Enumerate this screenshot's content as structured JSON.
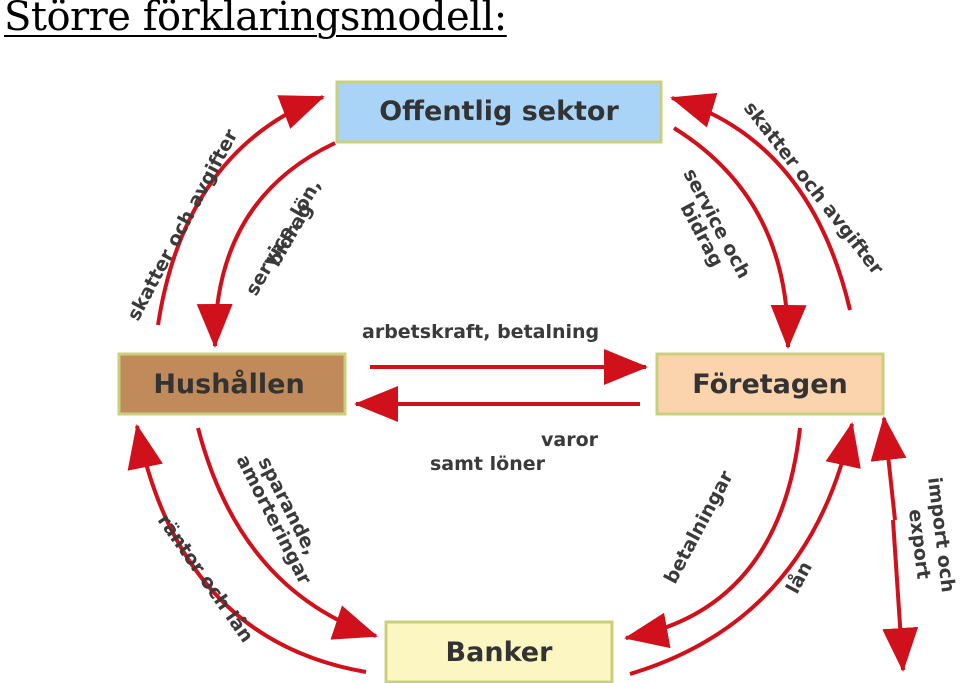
{
  "title": "Större förklaringsmodell:",
  "colors": {
    "arrow": "#d0101a",
    "offentlig_fill": "#a9d4f7",
    "hushallen_fill": "#c08a5a",
    "foretagen_fill": "#fbd3ac",
    "banker_fill": "#fbf6c2",
    "box_border": "#c9d07a",
    "label_text": "#3a3a3a"
  },
  "nodes": {
    "offentlig": "Offentlig sektor",
    "hushallen": "Hushållen",
    "foretagen": "Företagen",
    "banker": "Banker"
  },
  "flows": {
    "skatter_left": "skatter och avgifter",
    "service_lon_1": "service, lön,",
    "service_lon_2": "bidrag",
    "service_bidrag_1": "service och",
    "service_bidrag_2": "bidrag",
    "skatter_right": "skatter och avgifter",
    "arbetskraft": "arbetskraft, betalning",
    "varor": "varor",
    "samt_loner": "samt löner",
    "sparande_1": "sparande,",
    "sparande_2": "amorteringar",
    "rantor": "räntor och lån",
    "betalningar": "betalningar",
    "lan": "lån",
    "import_1": "import och",
    "import_2": "export"
  }
}
